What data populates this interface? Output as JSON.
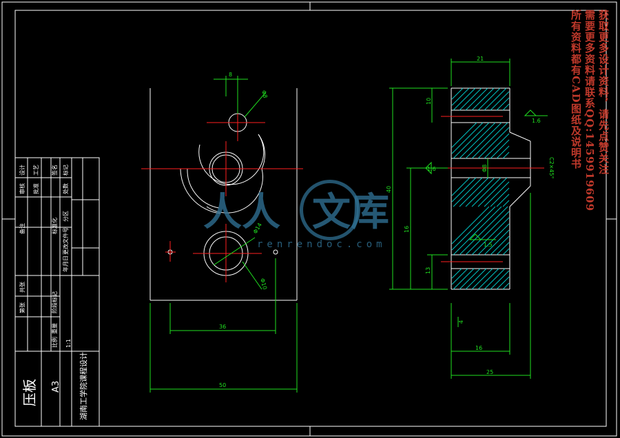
{
  "title_block": {
    "part_name": "压板",
    "sheet_size": "A3",
    "school": "湖南工学院课程设计",
    "scale": "1:1",
    "labels": {
      "designer": "设计",
      "checker": "审核",
      "craft": "工艺",
      "approve": "批准",
      "mark": "标记",
      "count": "处数",
      "zone": "分区",
      "change_doc": "更改文件号",
      "signature": "签名",
      "date": "年月日",
      "standardize": "标准化",
      "stage_mark": "阶段标记",
      "weight": "重量",
      "ratio": "比例",
      "sheet_total": "共张",
      "sheet_no": "第张",
      "note": "备注"
    }
  },
  "dims": {
    "front_width": "50",
    "front_inner": "36",
    "front_top": "8",
    "hole_dia_small": "Φ8",
    "hole_dia_center": "Φ14",
    "hole_dia_bottom": "Φ10",
    "side_top": "21",
    "side_h1": "10",
    "side_total": "40",
    "side_mid": "16",
    "side_low": "13",
    "side_bottom_inner": "16",
    "side_bottom": "25",
    "side_bore": "Φ8",
    "chamfer": "C2×45°",
    "rough_1": "1.6",
    "rough_2": "1.6",
    "rough_3": "1.5",
    "small_4": "4"
  },
  "watermark": {
    "side_lines": [
      "获取更多设计资料，请先点赞关注",
      "需要更多资料请联系QQ:1459919609",
      "所有资料都有CAD图纸及说明书"
    ],
    "logo_left": "人人",
    "logo_right": "文库",
    "url": "renrendoc.com"
  },
  "colors": {
    "frame": "#ffffff",
    "center": "#ff2020",
    "dim": "#20e020",
    "hatch": "#00c8c8",
    "watermark": "#c0392b"
  }
}
